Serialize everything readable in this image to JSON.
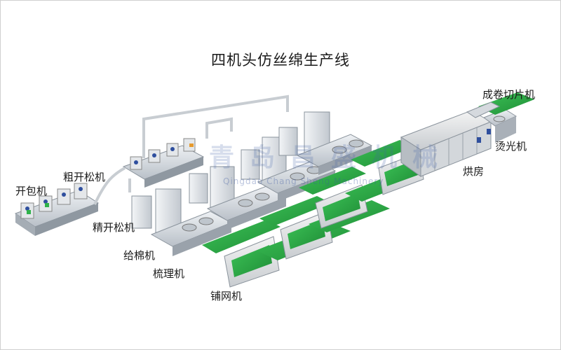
{
  "title": "四机头仿丝绵生产线",
  "labels": {
    "bale_opener": "开包机",
    "coarse_opener": "粗开松机",
    "fine_opener": "精开松机",
    "feeder": "给棉机",
    "carding": "梳理机",
    "cross_lapper": "铺网机",
    "oven": "烘房",
    "ironing": "烫光机",
    "winding_cutting": "成卷切片机"
  },
  "watermark": {
    "cn": "青岛昌盛机械",
    "en": "Qingdao Chang Sheng Machinery"
  },
  "colors": {
    "belt_green": "#2fb24a",
    "machine_grey": "#d9dde2",
    "accent_blue": "#2f4f9e",
    "accent_orange": "#e69a2e"
  }
}
